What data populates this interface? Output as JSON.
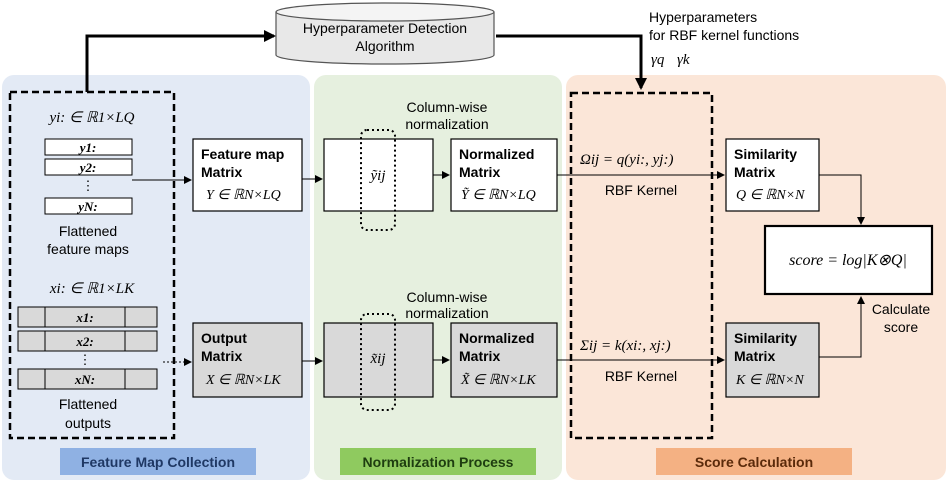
{
  "colors": {
    "feature_panel": "#e3eaf5",
    "normalization_panel": "#e6f0df",
    "score_panel": "#fbe6d8",
    "feature_label_bg": "#8fb1e3",
    "normalization_label_bg": "#8fca5f",
    "score_label_bg": "#f4b183",
    "gray_box": "#d9d9d9"
  },
  "db": {
    "line1": "Hyperparameter Detection",
    "line2": "Algorithm"
  },
  "hyper": {
    "line1": "Hyperparameters",
    "line2": "for RBF kernel functions",
    "gamma_q": "γq",
    "gamma_k": "γk"
  },
  "panels": {
    "feature": "Feature Map Collection",
    "normalization": "Normalization Process",
    "score": "Score Calculation"
  },
  "collection": {
    "y_row": "yi: ∈ ℝ1×LQ",
    "y_rows": [
      "y1:",
      "y2:",
      "⋮",
      "yN:"
    ],
    "y_caption1": "Flattened",
    "y_caption2": "feature maps",
    "x_row": "xi: ∈ ℝ1×LK",
    "x_rows": [
      "x1:",
      "x2:",
      "⋮",
      "xN:"
    ],
    "x_caption1": "Flattened",
    "x_caption2": "outputs"
  },
  "feature_matrix": {
    "line1": "Feature map",
    "line2": "Matrix",
    "formula": "Y ∈ ℝN×LQ"
  },
  "output_matrix": {
    "line1": "Output",
    "line2": "Matrix",
    "formula": "X ∈ ℝN×LK"
  },
  "norm": {
    "col_label1": "Column-wise",
    "col_label2": "normalization",
    "y_elem": "ỹij",
    "x_elem": "x̃ij",
    "y_norm": {
      "line1": "Normalized",
      "line2": "Matrix",
      "formula": "Ỹ ∈ ℝN×LQ"
    },
    "x_norm": {
      "line1": "Normalized",
      "line2": "Matrix",
      "formula": "X̃ ∈ ℝN×LK"
    }
  },
  "score": {
    "omega": "Ωij = q(yi:, yj:)",
    "sigma": "Σij = k(xi:, xj:)",
    "rbf": "RBF Kernel",
    "sim_q": {
      "line1": "Similarity",
      "line2": "Matrix",
      "formula": "Q ∈ ℝN×N"
    },
    "sim_k": {
      "line1": "Similarity",
      "line2": "Matrix",
      "formula": "K ∈ ℝN×N"
    },
    "formula": "score = log|K⊗Q|",
    "calc1": "Calculate",
    "calc2": "score"
  }
}
